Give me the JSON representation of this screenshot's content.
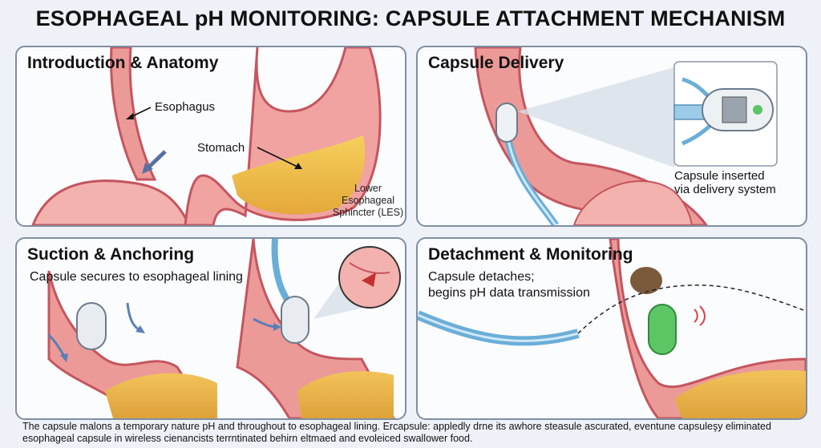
{
  "title": "ESOPHAGEAL pH MONITORING: CAPSULE ATTACHMENT MECHANISM",
  "panels": {
    "intro": {
      "title": "Introduction & Anatomy",
      "labels": {
        "esophagus": "Esophagus",
        "stomach": "Stomach",
        "les_line1": "Lower",
        "les_line2": "Esophageal",
        "les_line3": "Sphincter (LES)"
      }
    },
    "delivery": {
      "title": "Capsule Delivery",
      "caption_line1": "Capsule inserted",
      "caption_line2": "via delivery system"
    },
    "suction": {
      "title": "Suction & Anchoring",
      "subtitle": "Capsule secures to esophageal lining"
    },
    "detachment": {
      "title": "Detachment & Monitoring",
      "subtitle_line1": "Capsule detaches;",
      "subtitle_line2": "begins pH data transmission"
    }
  },
  "footer": {
    "line1": "The capsule malons a temporary nature pH and throughout to esophageal lining. Ercapsule: appledly drne its awhore steasule ascurated, eventune capsuleşy eliminated",
    "line2": "esophageal capsule in wireless cienancists terrntinated behirn eltmaed and evoleiced swallower food."
  },
  "colors": {
    "tissue": "#e8868a",
    "tissue_light": "#f5b8b5",
    "tissue_dark": "#c5555e",
    "stomach_fluid": "#f0b947",
    "catheter": "#6aaed8",
    "capsule_green": "#5cc564",
    "panel_border": "#7f8ea3"
  }
}
